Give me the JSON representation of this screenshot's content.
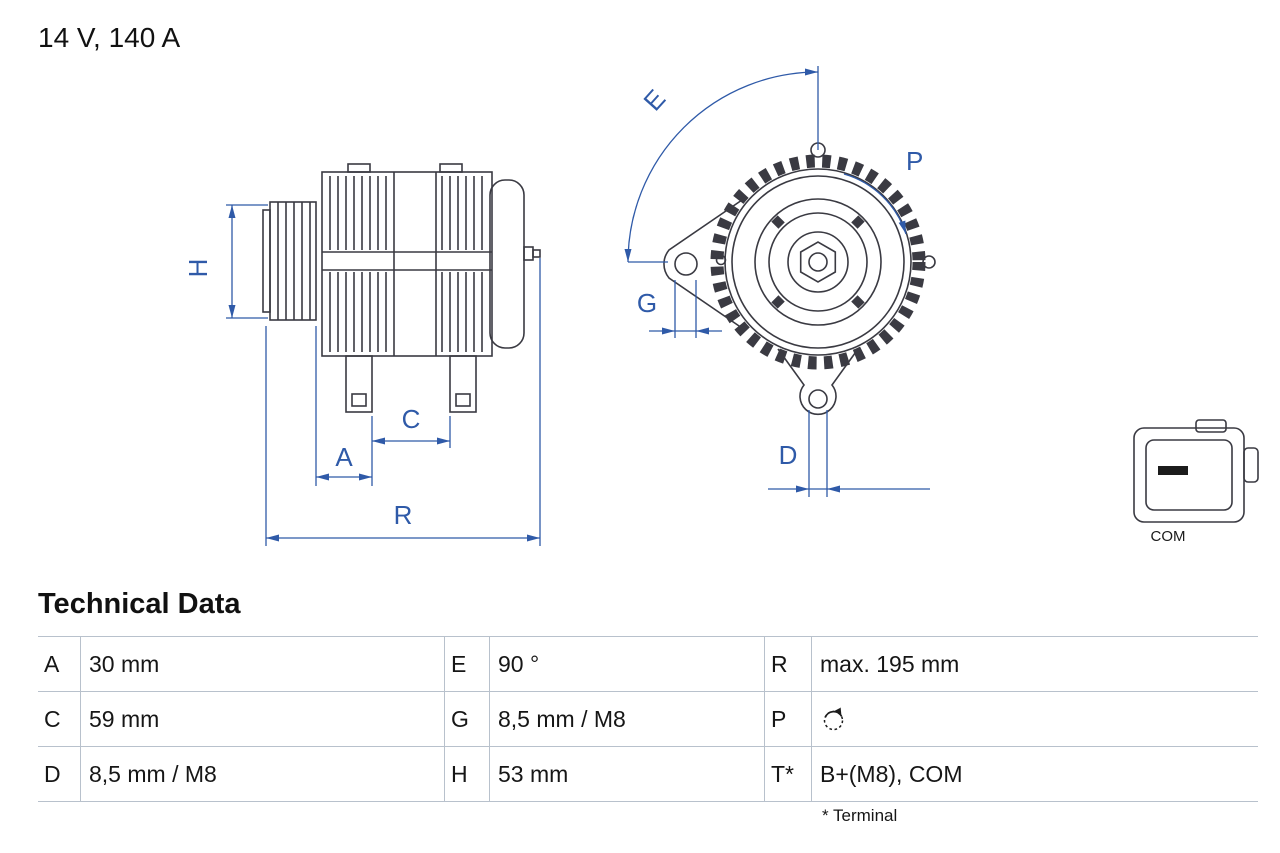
{
  "header": {
    "rating": "14 V, 140 A"
  },
  "diagram": {
    "dimension_labels": {
      "H": "H",
      "A": "A",
      "C": "C",
      "R": "R",
      "E": "E",
      "G": "G",
      "P": "P",
      "D": "D"
    },
    "connector_label": "COM"
  },
  "technical_data": {
    "heading": "Technical Data",
    "rows": [
      [
        {
          "key": "A",
          "value": "30 mm"
        },
        {
          "key": "E",
          "value": "90 °"
        },
        {
          "key": "R",
          "value": "max. 195 mm"
        }
      ],
      [
        {
          "key": "C",
          "value": "59 mm"
        },
        {
          "key": "G",
          "value": "8,5 mm / M8"
        },
        {
          "key": "P",
          "value": "",
          "icon": "rotation-direction-icon"
        }
      ],
      [
        {
          "key": "D",
          "value": "8,5 mm / M8"
        },
        {
          "key": "H",
          "value": "53 mm"
        },
        {
          "key": "T*",
          "value": "B+(M8), COM"
        }
      ]
    ],
    "footnote": "* Terminal"
  },
  "colors": {
    "dimension_blue": "#2f5aa8",
    "outline_dark": "#3a3a42",
    "table_line": "#b8c1cc"
  }
}
